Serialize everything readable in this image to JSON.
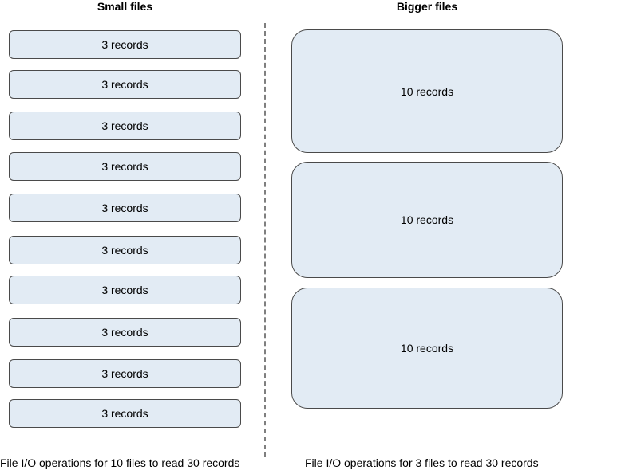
{
  "small_files": {
    "heading": "Small files",
    "boxes": [
      "3 records",
      "3 records",
      "3 records",
      "3 records",
      "3 records",
      "3 records",
      "3 records",
      "3 records",
      "3 records",
      "3 records"
    ],
    "caption": "File I/O operations for 10 files to read 30 records"
  },
  "bigger_files": {
    "heading": "Bigger files",
    "boxes": [
      "10 records",
      "10 records",
      "10 records"
    ],
    "caption": "File I/O operations for 3 files to read 30 records"
  },
  "colors": {
    "box_fill": "#e2ebf4",
    "box_border": "#4a4a4a",
    "divider": "#7f7f7f"
  }
}
